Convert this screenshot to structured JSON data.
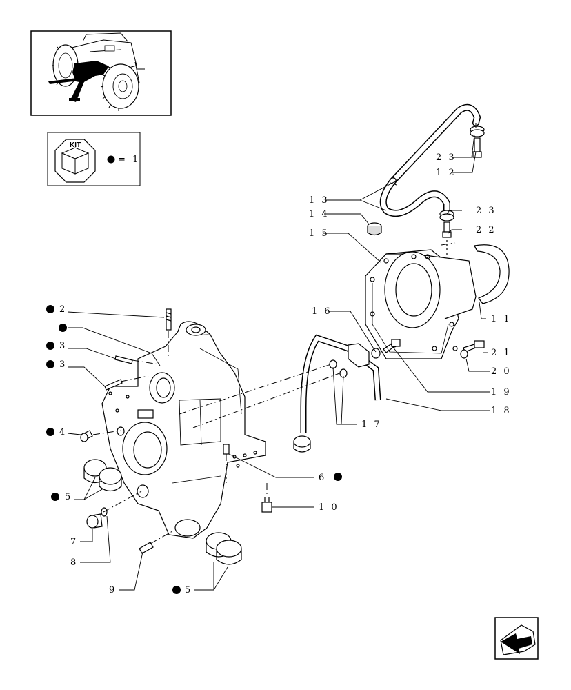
{
  "kit_legend": {
    "kit_text": "KIT",
    "equals_text": "= 1"
  },
  "callouts": [
    {
      "id": "c23a",
      "text": "2 3"
    },
    {
      "id": "c12",
      "text": "1 2"
    },
    {
      "id": "c13",
      "text": "1 3"
    },
    {
      "id": "c23b",
      "text": "2 3"
    },
    {
      "id": "c14",
      "text": "1 4"
    },
    {
      "id": "c22",
      "text": "2 2"
    },
    {
      "id": "c15",
      "text": "1 5"
    },
    {
      "id": "c11",
      "text": "1 1"
    },
    {
      "id": "c16",
      "text": "1 6"
    },
    {
      "id": "c21",
      "text": "2 1"
    },
    {
      "id": "c20",
      "text": "2 0"
    },
    {
      "id": "c19",
      "text": "1 9"
    },
    {
      "id": "c18",
      "text": "1 8"
    },
    {
      "id": "c17",
      "text": "1 7"
    },
    {
      "id": "c2",
      "text": "2"
    },
    {
      "id": "c3a",
      "text": "3"
    },
    {
      "id": "c3b",
      "text": "3"
    },
    {
      "id": "c4",
      "text": "4"
    },
    {
      "id": "c5a",
      "text": "5"
    },
    {
      "id": "c6",
      "text": "6"
    },
    {
      "id": "c10",
      "text": "1 0"
    },
    {
      "id": "c7",
      "text": "7"
    },
    {
      "id": "c8",
      "text": "8"
    },
    {
      "id": "c9",
      "text": "9"
    },
    {
      "id": "c5b",
      "text": "5"
    }
  ]
}
